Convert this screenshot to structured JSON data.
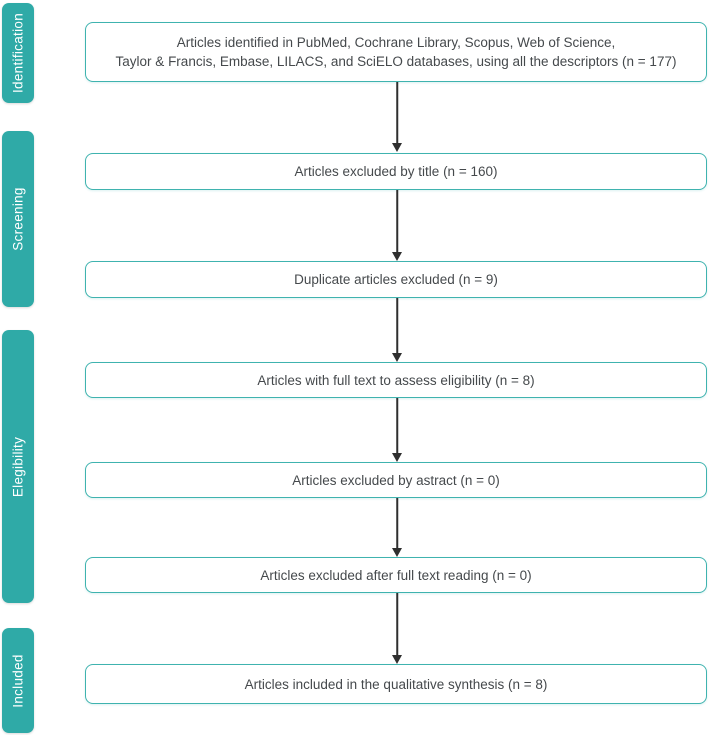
{
  "diagram_type": "prisma-flow-diagram",
  "colors": {
    "stage_background": "#2FAAA7",
    "stage_text": "#FFFFFF",
    "box_border": "#3FB3AF",
    "box_background": "#FFFFFF",
    "box_text": "#45494C",
    "arrow": "#2F2F2F"
  },
  "stages": [
    {
      "label": "Identification"
    },
    {
      "label": "Screening"
    },
    {
      "label": "Elegibility"
    },
    {
      "label": "Included"
    }
  ],
  "boxes": [
    {
      "lines": [
        "Articles identified in PubMed, Cochrane Library, Scopus, Web of Science,",
        "Taylor & Francis, Embase, LILACS, and SciELO databases, using all the descriptors (n = 177)"
      ],
      "n": 177
    },
    {
      "text": "Articles excluded by title (n = 160)",
      "n": 160
    },
    {
      "text": "Duplicate articles excluded (n = 9)",
      "n": 9
    },
    {
      "text": "Articles with full text to assess eligibility (n = 8)",
      "n": 8
    },
    {
      "text": "Articles excluded by astract (n = 0)",
      "n": 0
    },
    {
      "text": "Articles excluded after full text reading (n = 0)",
      "n": 0
    },
    {
      "text": "Articles included in the qualitative synthesis (n = 8)",
      "n": 8
    }
  ]
}
